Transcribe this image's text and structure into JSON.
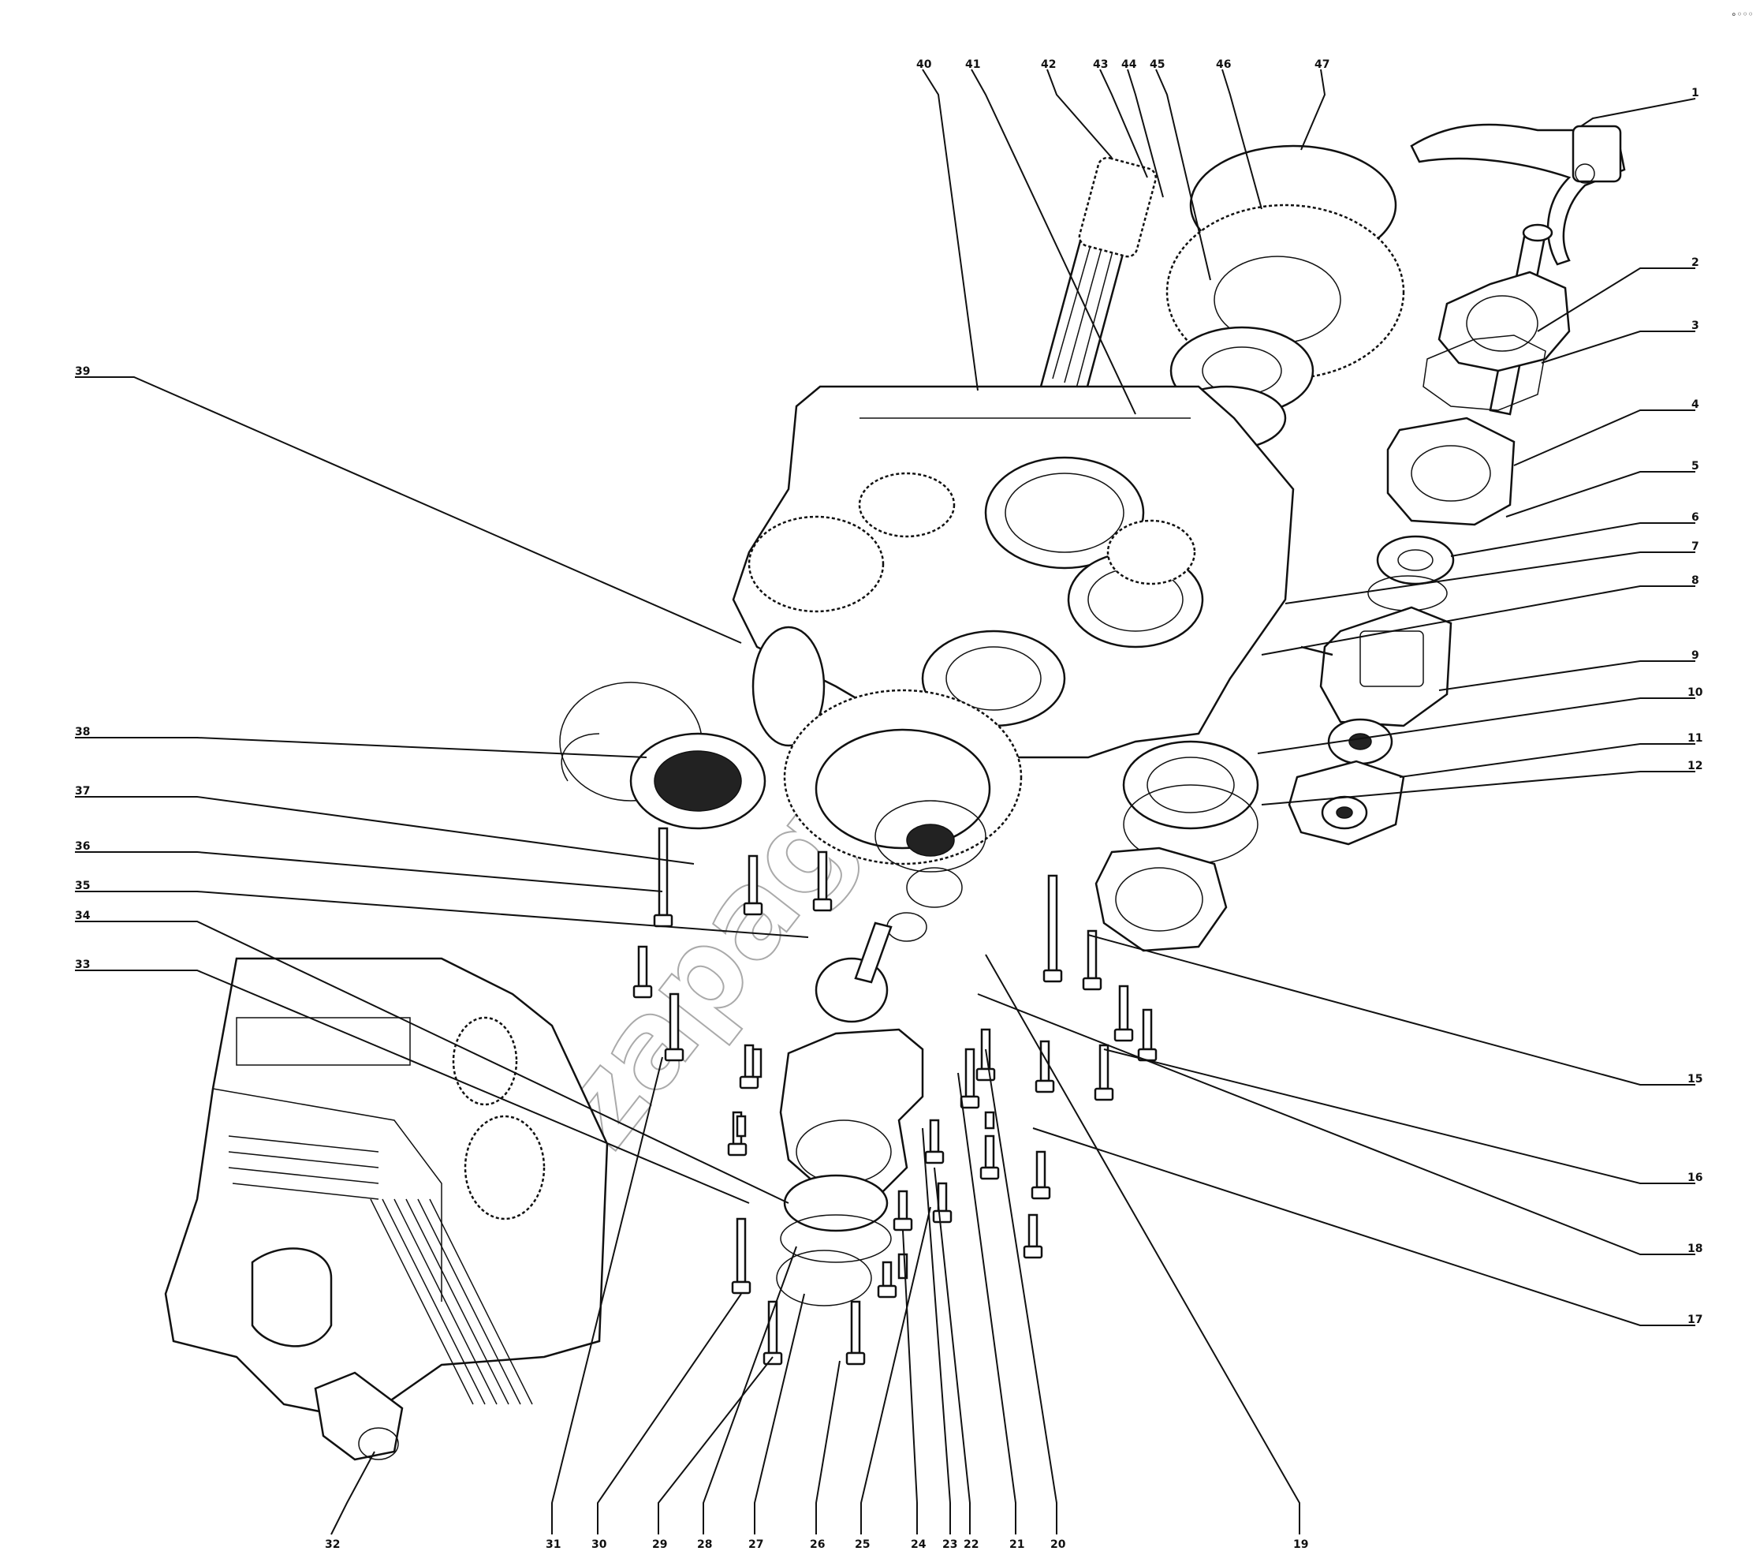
{
  "diagram": {
    "kind": "exploded-parts-view",
    "watermark": "zapagrotech",
    "corner_mark": "∘◦◦◦"
  },
  "labels": [
    {
      "id": "1",
      "text": "1"
    },
    {
      "id": "2",
      "text": "2"
    },
    {
      "id": "3",
      "text": "3"
    },
    {
      "id": "4",
      "text": "4"
    },
    {
      "id": "5",
      "text": "5"
    },
    {
      "id": "6",
      "text": "6"
    },
    {
      "id": "7",
      "text": "7"
    },
    {
      "id": "8",
      "text": "8"
    },
    {
      "id": "9",
      "text": "9"
    },
    {
      "id": "10",
      "text": "10"
    },
    {
      "id": "11",
      "text": "11"
    },
    {
      "id": "12",
      "text": "12"
    },
    {
      "id": "15",
      "text": "15"
    },
    {
      "id": "16",
      "text": "16"
    },
    {
      "id": "17",
      "text": "17"
    },
    {
      "id": "18",
      "text": "18"
    },
    {
      "id": "19",
      "text": "19"
    },
    {
      "id": "20",
      "text": "20"
    },
    {
      "id": "21",
      "text": "21"
    },
    {
      "id": "22",
      "text": "22"
    },
    {
      "id": "23",
      "text": "23"
    },
    {
      "id": "24",
      "text": "24"
    },
    {
      "id": "25",
      "text": "25"
    },
    {
      "id": "26",
      "text": "26"
    },
    {
      "id": "27",
      "text": "27"
    },
    {
      "id": "28",
      "text": "28"
    },
    {
      "id": "29",
      "text": "29"
    },
    {
      "id": "30",
      "text": "30"
    },
    {
      "id": "31",
      "text": "31"
    },
    {
      "id": "32",
      "text": "32"
    },
    {
      "id": "33",
      "text": "33"
    },
    {
      "id": "34",
      "text": "34"
    },
    {
      "id": "35",
      "text": "35"
    },
    {
      "id": "36",
      "text": "36"
    },
    {
      "id": "37",
      "text": "37"
    },
    {
      "id": "38",
      "text": "38"
    },
    {
      "id": "39",
      "text": "39"
    },
    {
      "id": "40",
      "text": "40"
    },
    {
      "id": "41",
      "text": "41"
    },
    {
      "id": "42",
      "text": "42"
    },
    {
      "id": "43",
      "text": "43"
    },
    {
      "id": "44",
      "text": "44"
    },
    {
      "id": "45",
      "text": "45"
    },
    {
      "id": "46",
      "text": "46"
    },
    {
      "id": "47",
      "text": "47"
    }
  ]
}
